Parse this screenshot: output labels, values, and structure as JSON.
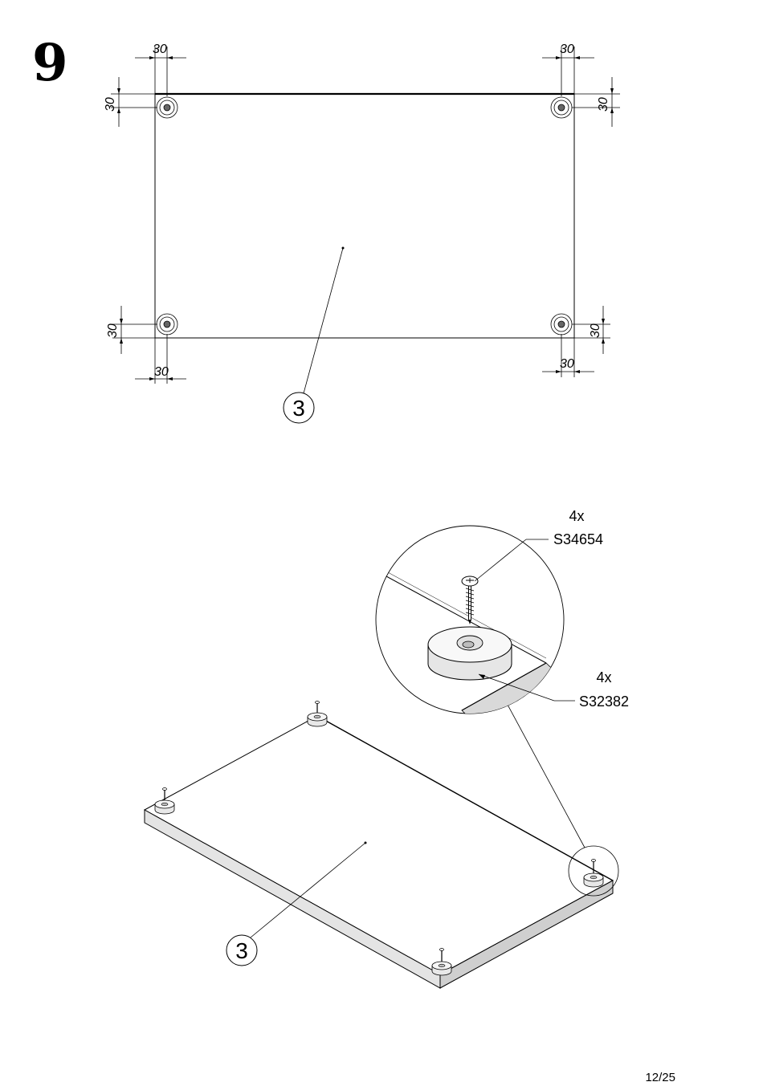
{
  "step": {
    "number": "9"
  },
  "top_view": {
    "dimensions": {
      "top_left_h": "30",
      "top_left_v": "30",
      "top_right_h": "30",
      "top_right_v": "30",
      "bottom_left_h": "30",
      "bottom_left_v": "30",
      "bottom_right_h": "30",
      "bottom_right_v": "30"
    },
    "part_callout": "3"
  },
  "iso_view": {
    "part_callout": "3",
    "screw": {
      "qty": "4x",
      "code": "S34654"
    },
    "glide": {
      "qty": "4x",
      "code": "S32382"
    }
  },
  "footer": {
    "page": "12/25"
  }
}
